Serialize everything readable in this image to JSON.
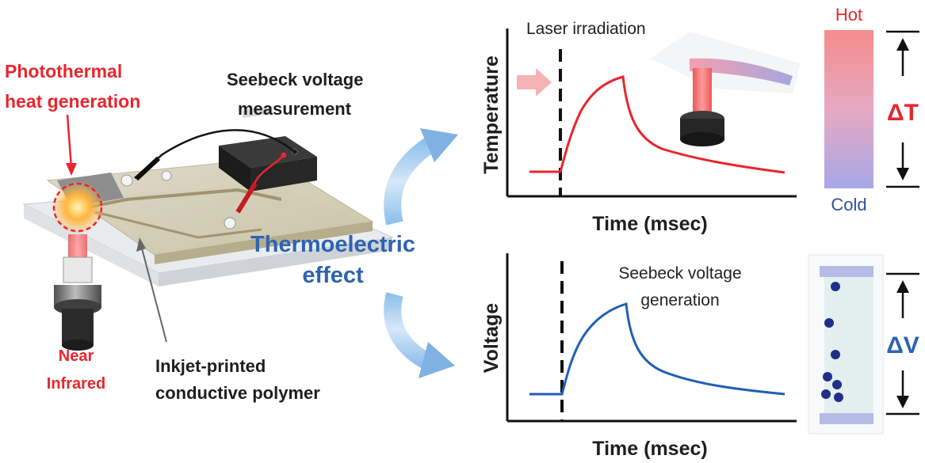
{
  "left_panel": {
    "photothermal_line1": "Photothermal",
    "photothermal_line2": "heat generation",
    "seebeck_measure_line1": "Seebeck voltage",
    "seebeck_measure_line2": "measurement",
    "near_ir_line1": "Near",
    "near_ir_line2": "Infrared",
    "inkjet_line1": "Inkjet-printed",
    "inkjet_line2": "conductive polymer"
  },
  "center": {
    "thermoelectric_line1": "Thermoelectric",
    "thermoelectric_line2": "effect"
  },
  "temperature_plot": {
    "annotation": "Laser irradiation",
    "ylabel": "Temperature",
    "xlabel": "Time (msec)",
    "color": "#e8262d"
  },
  "voltage_plot": {
    "annotation_line1": "Seebeck voltage",
    "annotation_line2": "generation",
    "ylabel": "Voltage",
    "xlabel": "Time (msec)",
    "color": "#1f5fb4"
  },
  "gradient_bar": {
    "hot_label": "Hot",
    "cold_label": "Cold",
    "delta_t": "ΔT"
  },
  "charge_bar": {
    "delta_v": "ΔV"
  },
  "colors": {
    "red": "#e8262d",
    "blue": "#2d63b3",
    "arrow_blue": "#7fb1e3"
  }
}
